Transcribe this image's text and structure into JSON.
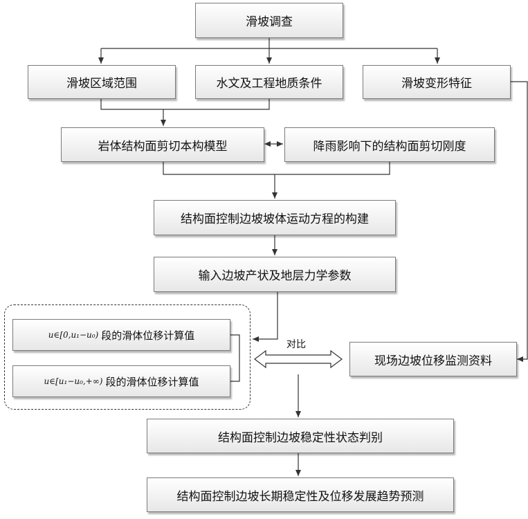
{
  "nodes": {
    "survey": "滑坡调查",
    "area": "滑坡区域范围",
    "hydro": "水文及工程地质条件",
    "deform": "滑坡变形特征",
    "model": "岩体结构面剪切本构模型",
    "rain": "降雨影响下的结构面剪切刚度",
    "motion": "结构面控制边坡坡体运动方程的构建",
    "input": "输入边坡产状及地层力学参数",
    "seg1_math": "u∈[0,u₁−u₀)",
    "seg1_text": "段的滑体位移计算值",
    "seg2_math": "u∈[u₁−u₀,+∞)",
    "seg2_text": "段的滑体位移计算值",
    "monitor": "现场边坡位移监测资料",
    "judge": "结构面控制边坡稳定性状态判别",
    "predict": "结构面控制边坡长期稳定性及位移发展趋势预测"
  },
  "edge_labels": {
    "compare": "对比"
  }
}
